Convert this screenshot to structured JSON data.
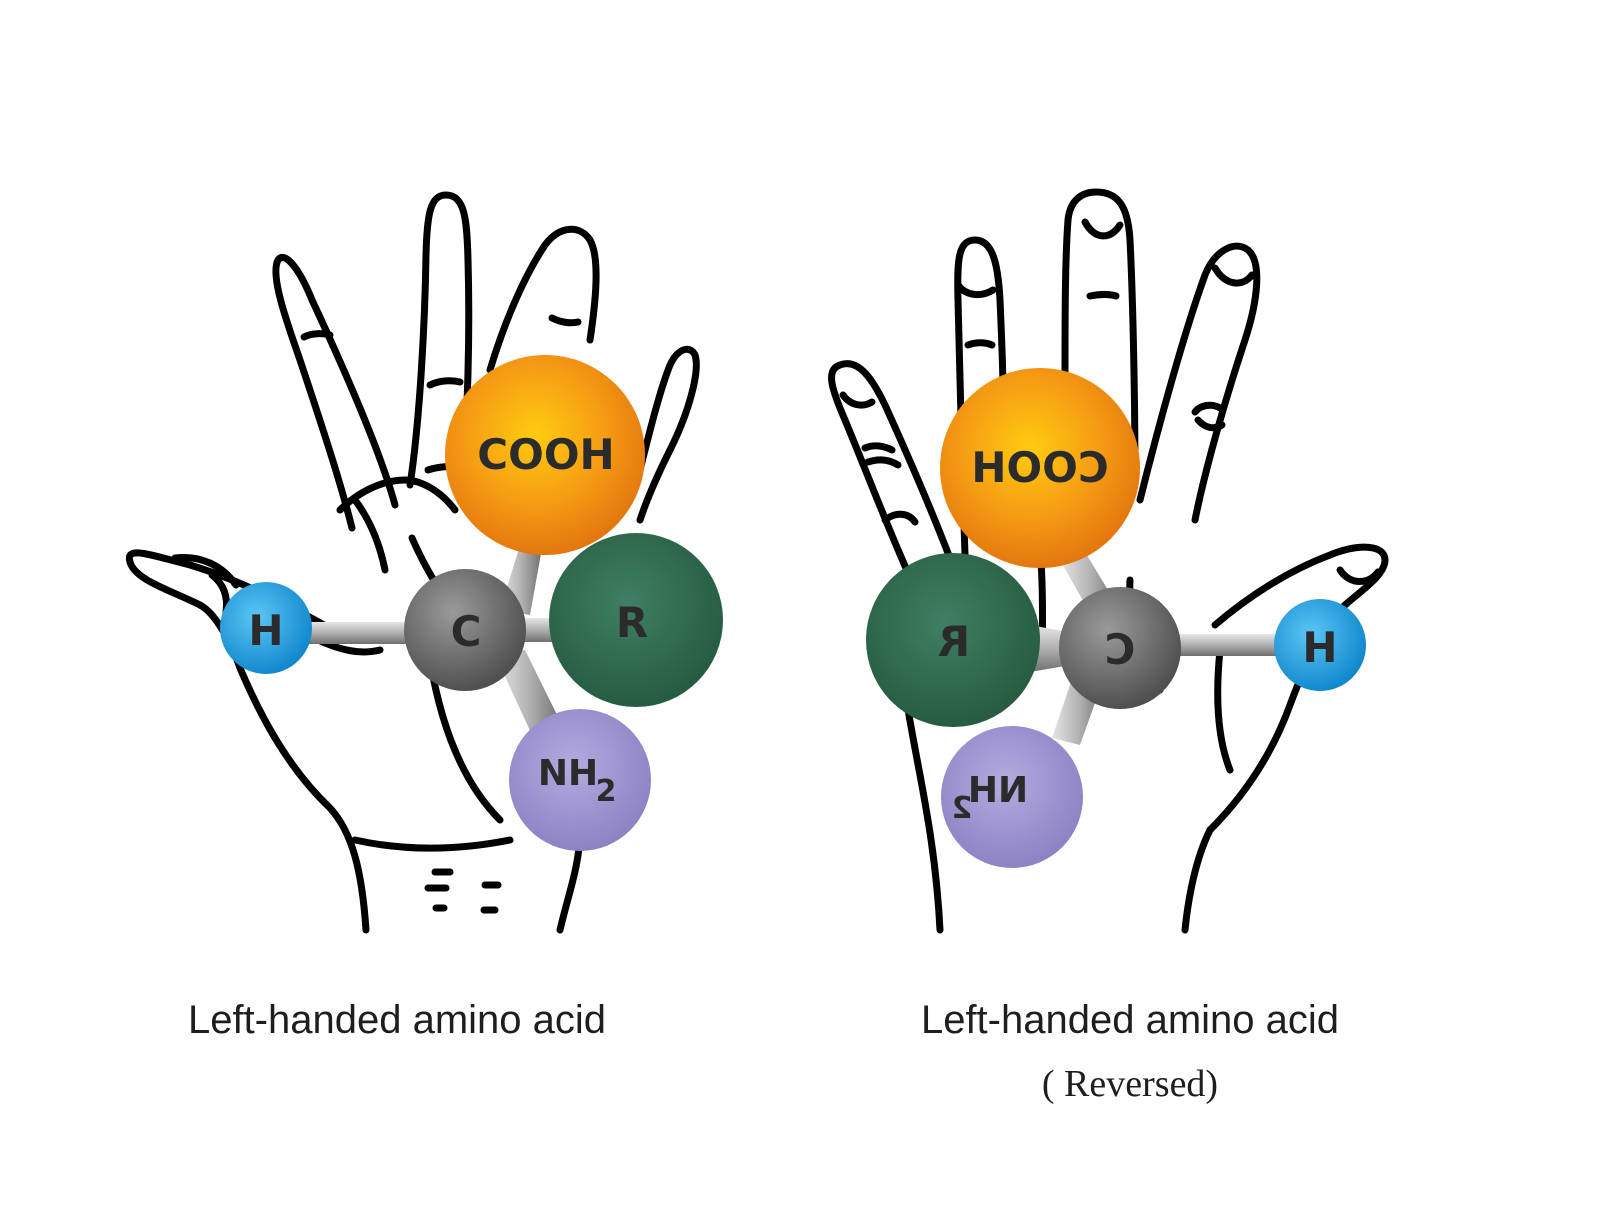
{
  "colors": {
    "hydrogen": "#1a9ee0",
    "carbon": "#6e6e6e",
    "carboxyl": "#f08a12",
    "r_group": "#2f6a52",
    "amine": "#9a8fcf",
    "outline": "#000000"
  },
  "left": {
    "caption": "Left-handed amino acid",
    "atoms": {
      "h": "H",
      "c": "C",
      "cooh": "COOH",
      "r": "R",
      "nh": "NH",
      "nh_sub": "2"
    }
  },
  "right": {
    "caption": "Left-handed amino acid",
    "subcaption": "( Reversed)",
    "atoms": {
      "h": "H",
      "c": "C",
      "cooh": "COOH",
      "r": "R",
      "nh": "NH",
      "nh_sub": "2"
    }
  }
}
